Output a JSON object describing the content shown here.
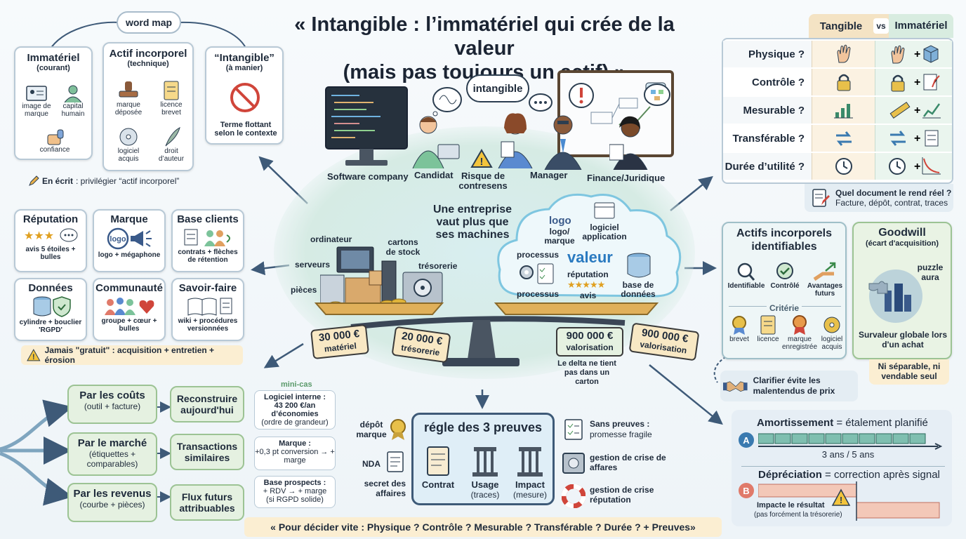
{
  "title": {
    "line1": "« Intangible : l’immatériel qui crée de la valeur",
    "line2": "(mais pas toujours un actif) »"
  },
  "word_map": {
    "label": "word map",
    "cards": [
      {
        "title": "Immatériel",
        "subtitle": "(courant)",
        "items": [
          "image de marque",
          "capital humain",
          "confiance"
        ]
      },
      {
        "title": "Actif incorporel",
        "subtitle": "(technique)",
        "items": [
          "marque déposée",
          "licence brevet",
          "logiciel acquis",
          "droit d’auteur"
        ]
      },
      {
        "title": "“Intangible”",
        "subtitle": "(à manier)",
        "note": "Terme flottant selon le contexte"
      }
    ],
    "note_prefix": "En écrit",
    "note_text": " : privilégier “actif incorporel”"
  },
  "scene": {
    "speech": "intangible",
    "roles": [
      "Software company",
      "Candidat",
      "Risque de contresens",
      "Manager",
      "Finance/Juridique"
    ],
    "headline": "Une entreprise vaut plus que ses machines",
    "left_items": [
      "ordinateur",
      "cartons de stock",
      "serveurs",
      "trésorerie",
      "pièces"
    ],
    "cloud_items": {
      "logo": "logo",
      "logo_label": "logo/ marque",
      "app": "logiciel application",
      "process_top": "processus",
      "center": "valeur",
      "reputation": "réputation",
      "avis": "avis",
      "db": "base de données",
      "process_bottom": "processus"
    },
    "tags": [
      {
        "value": "30 000 €",
        "label": "matériel"
      },
      {
        "value": "20 000 €",
        "label": "trésorerie"
      },
      {
        "value": "900 000 €",
        "label": "valorisation"
      },
      {
        "value": "900 000 €",
        "label": "valorisation"
      }
    ],
    "delta_note": "Le delta ne tient pas dans un carton"
  },
  "left_grid": {
    "cards": [
      {
        "title": "Réputation",
        "caption": "avis 5 étoiles + bulles"
      },
      {
        "title": "Marque",
        "caption": "logo + mégaphone",
        "logo": "logo"
      },
      {
        "title": "Base clients",
        "caption": "contrats + flèches de rétention"
      },
      {
        "title": "Données",
        "caption": "cylindre + bouclier 'RGPD'"
      },
      {
        "title": "Communauté",
        "caption": "groupe + cœur + bulles"
      },
      {
        "title": "Savoir-faire",
        "caption": "wiki + procédures versionnées"
      }
    ],
    "warning": "Jamais \"gratuit\" : acquisition + entretien + érosion"
  },
  "valuation": {
    "methods": [
      {
        "title": "Par les coûts",
        "sub": "(outil + facture)",
        "result": "Reconstruire aujourd'hui"
      },
      {
        "title": "Par le marché",
        "sub": "(étiquettes + comparables)",
        "result": "Transactions similaires"
      },
      {
        "title": "Par les revenus",
        "sub": "(courbe + pièces)",
        "result": "Flux futurs attribuables"
      }
    ],
    "mini_cas_label": "mini-cas",
    "mini_cas": [
      {
        "title": "Logiciel interne :",
        "line": "43 200 €/an d’économies",
        "note": "(ordre de grandeur)"
      },
      {
        "title": "Marque :",
        "line": "+0,3 pt conversion → + marge",
        "note": ""
      },
      {
        "title": "Base prospects :",
        "line": "+ RDV → + marge",
        "note": "(si RGPD solide)"
      }
    ]
  },
  "proofs": {
    "left_labels": [
      "dépôt marque",
      "NDA",
      "secret des affaires"
    ],
    "title": "régle des 3 preuves",
    "columns": [
      {
        "label": "Contrat",
        "sub": ""
      },
      {
        "label": "Usage",
        "sub": "(traces)"
      },
      {
        "label": "Impact",
        "sub": "(mesure)"
      }
    ],
    "right_labels": [
      {
        "title": "Sans preuves :",
        "sub": "promesse fragile"
      },
      {
        "title": "gestion de crise de affares",
        "sub": ""
      },
      {
        "title": "gestion de crise réputation",
        "sub": ""
      }
    ],
    "footer": "« Pour décider vite : Physique ? Contrôle ? Mesurable ? Transférable ? Durée ? + Preuves»"
  },
  "comparison": {
    "header_left": "Tangible",
    "vs": "vs",
    "header_right": "Immatériel",
    "rows": [
      "Physique ?",
      "Contrôle ?",
      "Mesurable ?",
      "Transférable ?",
      "Durée d’utilité ?"
    ],
    "doc_question": "Quel document le rend réel ?",
    "doc_answer": "Facture, dépôt, contrat, traces"
  },
  "identifiable": {
    "title": "Actifs incorporels identifiables",
    "top": [
      "Identifiable",
      "Contrôlé",
      "Avantages futurs"
    ],
    "criteria_label": "Critérie",
    "bottom": [
      "brevet",
      "licence",
      "marque enregistrée",
      "logiciel acquis"
    ]
  },
  "goodwill": {
    "title": "Goodwill",
    "subtitle": "(écart d'acquisition)",
    "puzzle": "puzzle aura",
    "caption": "Survaleur globale lors d'un achat",
    "note": "Ni séparable, ni vendable seul"
  },
  "handshake_note": "Clarifier évite les malentendus de prix",
  "amortization": {
    "a_badge": "A",
    "a_title": "Amortissement",
    "a_text": " = étalement planifié",
    "a_period": "3 ans / 5 ans",
    "b_badge": "B",
    "b_title": "Dépréciation",
    "b_text": " = correction après signal",
    "b_note": "Impacte le résultat",
    "b_sub": "(pas forcément la trésorerie)"
  },
  "colors": {
    "accent_green": "#e5f1e1",
    "tag": "#f8e8c4",
    "warn": "#fbeed2",
    "blue_box": "#dfeef7"
  }
}
